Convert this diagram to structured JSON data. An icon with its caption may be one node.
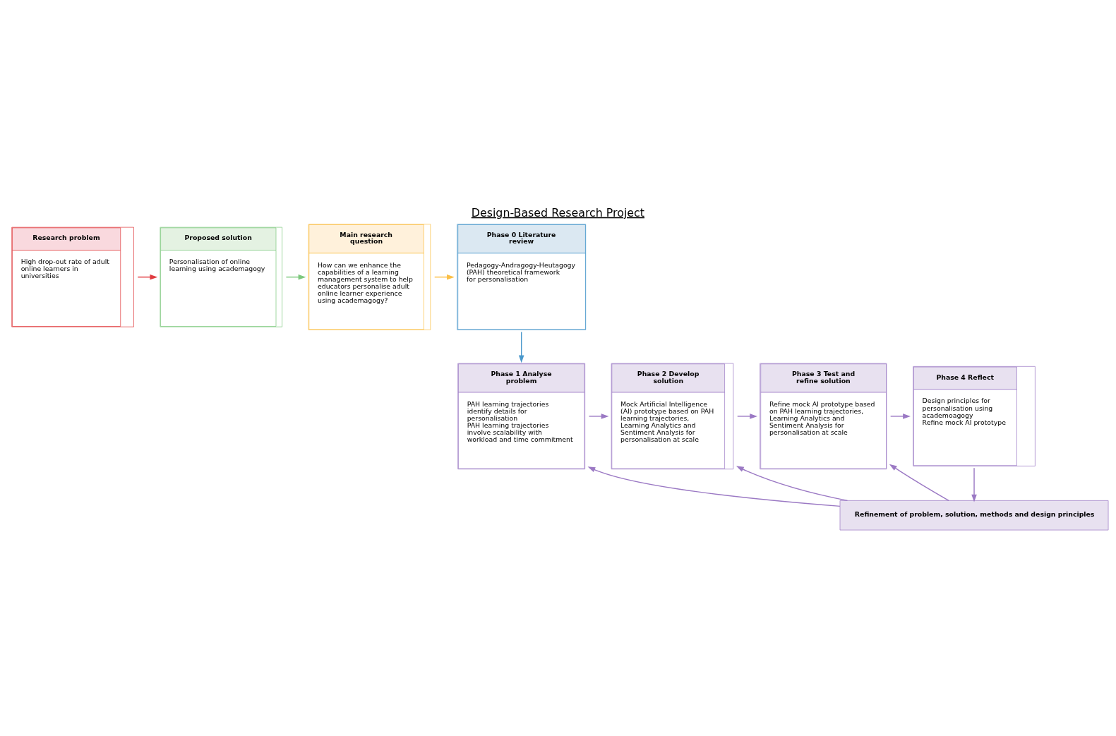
{
  "diagram": {
    "title": "Design-Based Research Project",
    "nodes": [
      {
        "text": [
          "Research problem",
          "High drop-out rate of adult online learners in universities"
        ]
      },
      {
        "text": [
          "Proposed solution",
          "Personalisation of online learning using academagogy"
        ]
      },
      {
        "text": [
          "Main research question",
          "How can we enhance the capabilities of a learning management system to help educators personalise adult online learner experience using academagogy?"
        ]
      },
      {
        "text": [
          "Phase 0 Literature review",
          "Pedagogy-Andragogy-Heutagogy (PAH) theoretical framework for personalisation"
        ]
      },
      {
        "text": [
          "Phase 1 Analyse problem",
          "PAH learning trajectories identify details for personalisation",
          "PAH learning trajectories involve scalability with workload and time commitment"
        ]
      },
      {
        "text": [
          "Phase 2 Develop solution",
          "Mock Artificial Intelligence (AI) prototype based on PAH learning trajectories, Learning Analytics and Sentiment Analysis for personalisation at scale"
        ]
      },
      {
        "text": [
          "Phase 3 Test and refine solution",
          "Refine mock AI prototype based on PAH learning trajectories, Learning Analytics and Sentiment Analysis for personalisation at scale"
        ]
      },
      {
        "text": [
          "Phase 4 Reflect",
          "Design principles for personalisation using academoagogy",
          "Refine mock AI prototype"
        ]
      },
      {
        "text": [
          "Refinement of problem, solution, methods and design principles"
        ]
      }
    ],
    "edges": [
      {
        "from": 0,
        "to": 1,
        "arrow": "to",
        "color": "#e03a3e"
      },
      {
        "from": 1,
        "to": 2,
        "arrow": "to",
        "color": "#7dc87d"
      },
      {
        "from": 2,
        "to": 3,
        "arrow": "to",
        "color": "#fbbf45"
      },
      {
        "from": 3,
        "to": 4,
        "arrow": "to",
        "color": "#4a98cb"
      },
      {
        "from": 4,
        "to": 5,
        "arrow": "to"
      },
      {
        "from": 5,
        "to": 6,
        "arrow": "to"
      },
      {
        "from": 6,
        "to": 7,
        "arrow": "to"
      },
      {
        "from": 7,
        "to": 8,
        "arrow": "to"
      },
      {
        "from": 8,
        "to": 4,
        "arrow": "to"
      },
      {
        "from": 8,
        "to": 5,
        "arrow": "to"
      },
      {
        "from": 8,
        "to": 6,
        "arrow": "to"
      }
    ]
  }
}
